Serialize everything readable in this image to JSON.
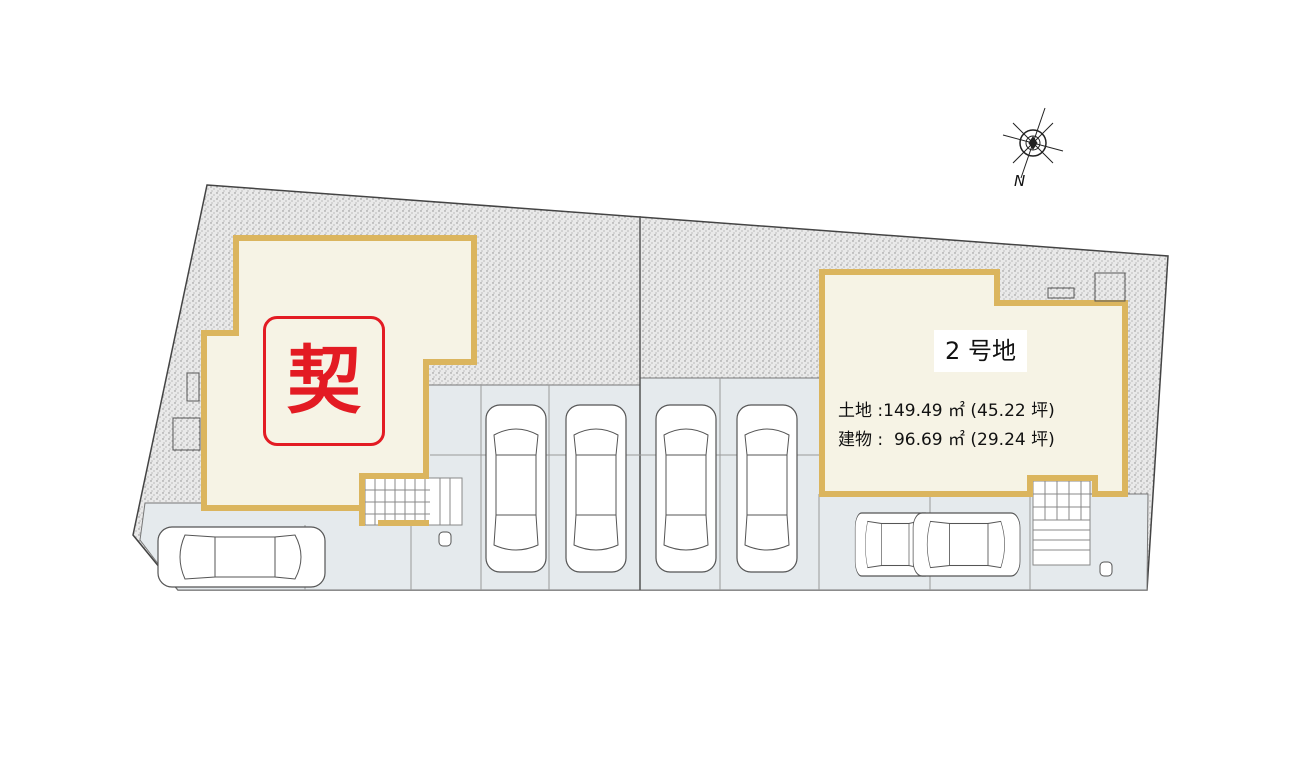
{
  "site_plan": {
    "lot1": {
      "status_stamp": "契"
    },
    "lot2": {
      "title": "2 号地",
      "land_area": "土地 :149.49 ㎡ (45.22 坪)",
      "building_area": "建物 :  96.69 ㎡ (29.24 坪)"
    },
    "compass": {
      "north_label": "N"
    },
    "colors": {
      "building_outline": "#dbb55e",
      "building_fill": "#f6f3e5",
      "paving": "#e5eaed",
      "stamp": "#e31b23"
    }
  }
}
